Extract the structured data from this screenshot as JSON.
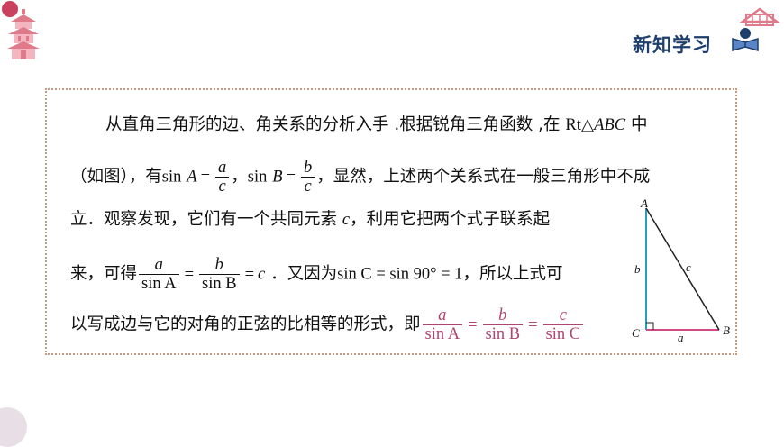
{
  "header": {
    "brand_title": "新知学习"
  },
  "colors": {
    "accent_pink": "#c9415f",
    "brand_blue": "#1e3f6e",
    "border_dotted": "#c99a80",
    "emphasis_formula": "#b04470"
  },
  "icons": {
    "corner_dot": "circle",
    "pagoda": "pagoda-icon",
    "book": "book-icon"
  },
  "content": {
    "line1": {
      "prefix": "从直角三角形的边、角关系的分析入手 .根据锐角三角函数 ,在 ",
      "rt": "Rt",
      "triangle": "△",
      "abc": "ABC",
      "suffix": " 中"
    },
    "line2": {
      "prefix": "（如图），有",
      "sinA": "sin",
      "A": "A",
      "eq": "=",
      "fracA_num": "a",
      "fracA_den": "c",
      "comma": "，",
      "sinB": "sin",
      "B": "B",
      "fracB_num": "b",
      "fracB_den": "c",
      "suffix": "，显然，上述两个关系式在一般三角形中不成"
    },
    "line3": {
      "prefix": "立．观察发现，它们有一个共同元素 ",
      "c": "c",
      "suffix": "，利用它把两个式子联系起"
    },
    "line4": {
      "prefix": "来，可得",
      "f1_num": "a",
      "f1_den": "sin A",
      "eq1": "=",
      "f2_num": "b",
      "f2_den": "sin B",
      "eq2": "=",
      "c": "c",
      "mid": "．又因为",
      "sinC": "sin C = sin 90° = 1",
      "suffix": "，所以上式可"
    },
    "line5": {
      "prefix": "以写成边与它的对角的正弦的比相等的形式，即",
      "f1_num": "a",
      "f1_den": "sin A",
      "eq1": "=",
      "f2_num": "b",
      "f2_den": "sin B",
      "eq2": "=",
      "f3_num": "c",
      "f3_den": "sin C"
    }
  },
  "figure": {
    "vertex_A": "A",
    "vertex_B": "B",
    "vertex_C": "C",
    "side_a": "a",
    "side_b": "b",
    "side_c": "c"
  }
}
